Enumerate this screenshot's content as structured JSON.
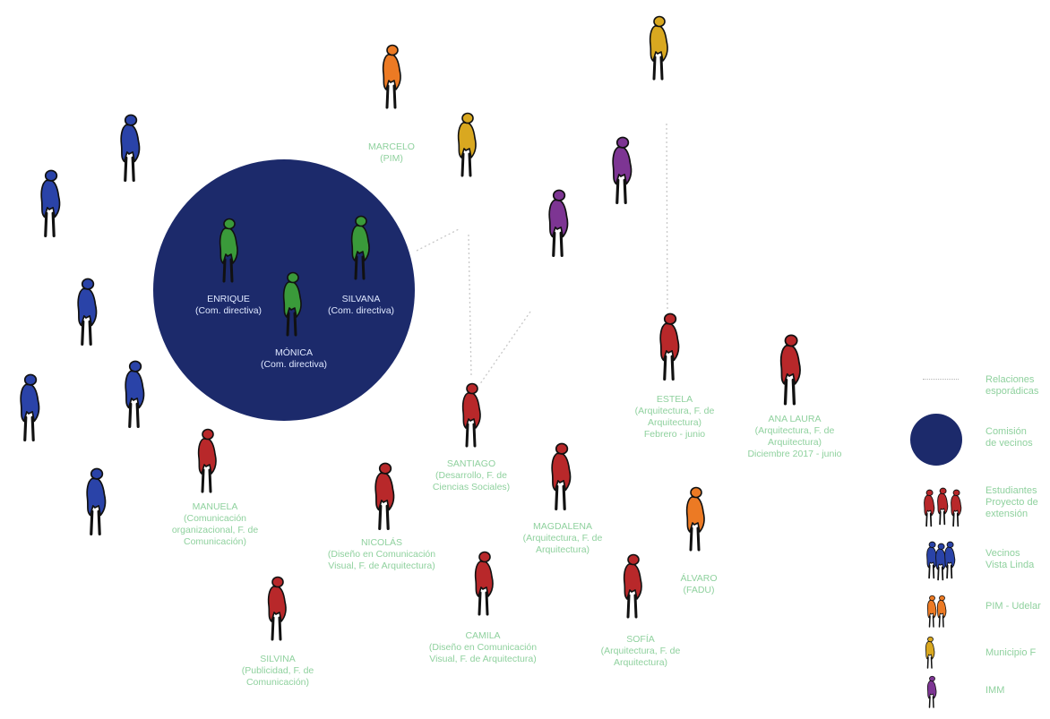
{
  "colors": {
    "comision": "#1c2a6b",
    "vecino": "#2a43a8",
    "estudiante": "#b8282a",
    "pim": "#ec7a24",
    "municipio": "#d9a820",
    "imm": "#7d3593",
    "comision_member": "#3a9a3a",
    "relation_line": "#c8c8c8",
    "label_text": "#8fd19e"
  },
  "people": {
    "enrique": {
      "name": "ENRIQUE",
      "role": "(Com. directiva)"
    },
    "silvana": {
      "name": "SILVANA",
      "role": "(Com. directiva)"
    },
    "monica": {
      "name": "MÓNICA",
      "role": "(Com. directiva)"
    },
    "marcelo": {
      "name": "MARCELO",
      "role": "(PIM)"
    },
    "santiago": {
      "name": "SANTIAGO",
      "role_line1": "(Desarrollo, F. de",
      "role_line2": "Ciencias Sociales)"
    },
    "estela": {
      "name": "ESTELA",
      "role_line1": "(Arquitectura, F. de",
      "role_line2": "Arquitectura)",
      "period": "Febrero - junio"
    },
    "ana_laura": {
      "name": "ANA LAURA",
      "role_line1": "(Arquitectura, F. de",
      "role_line2": "Arquitectura)",
      "period": "Diciembre 2017 - junio"
    },
    "manuela": {
      "name": "MANUELA",
      "role_line1": "(Comunicación",
      "role_line2": "organizacional, F. de",
      "role_line3": "Comunicación)"
    },
    "nicolas": {
      "name": "NICOLÁS",
      "role_line1": "(Diseño en Comunicación",
      "role_line2": "Visual, F. de Arquitectura)"
    },
    "magdalena": {
      "name": "MAGDALENA",
      "role_line1": "(Arquitectura, F. de",
      "role_line2": "Arquitectura)"
    },
    "alvaro": {
      "name": "ÁLVARO",
      "role": "(FADU)"
    },
    "camila": {
      "name": "CAMILA",
      "role_line1": "(Diseño en Comunicación",
      "role_line2": "Visual, F. de Arquitectura)"
    },
    "sofia": {
      "name": "SOFÍA",
      "role_line1": "(Arquitectura, F. de",
      "role_line2": "Arquitectura)"
    },
    "silvina": {
      "name": "SILVINA",
      "role_line1": "(Publicidad, F. de",
      "role_line2": "Comunicación)"
    }
  },
  "legend": {
    "relaciones": {
      "line1": "Relaciones",
      "line2": "esporádicas"
    },
    "comision": {
      "line1": "Comisión",
      "line2": "de vecinos"
    },
    "estudiantes": {
      "line1": "Estudiantes",
      "line2": "Proyecto de",
      "line3": "extensión"
    },
    "vecinos": {
      "line1": "Vecinos",
      "line2": "Vista Linda"
    },
    "pim": "PIM - Udelar",
    "municipio": "Municipio F",
    "imm": "IMM"
  }
}
